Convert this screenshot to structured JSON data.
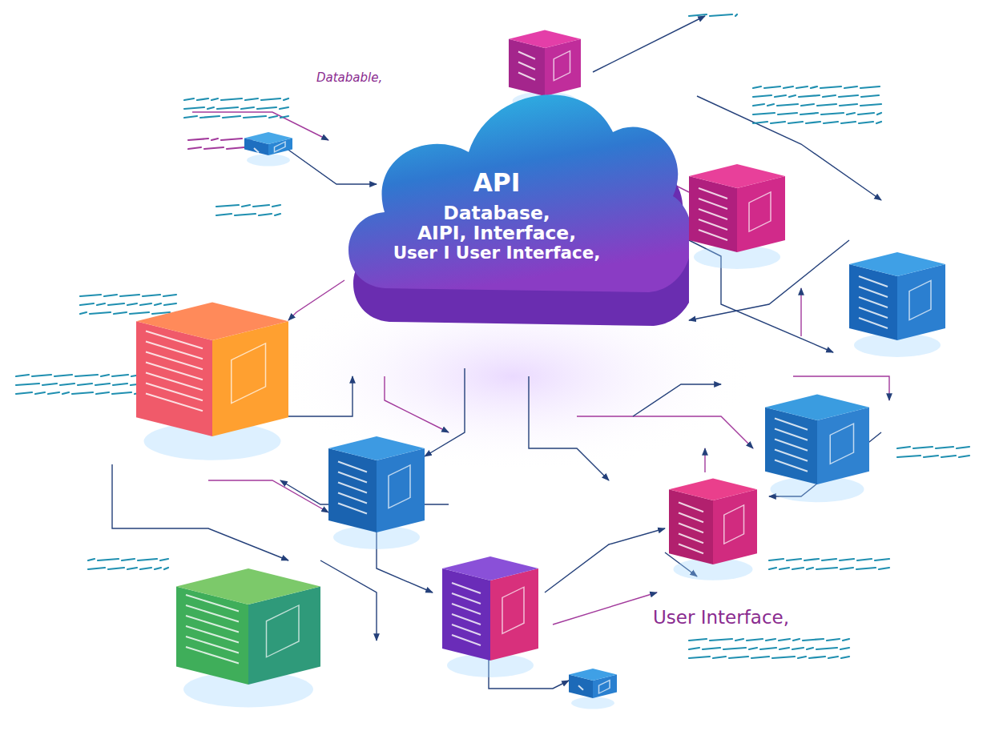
{
  "diagram": {
    "nodes": [
      {
        "text": [
          "API",
          "Database,",
          "AIPI, Interface,",
          "User I User Interface,"
        ]
      }
    ],
    "labels": [
      "Databable,",
      "User Interface,"
    ]
  }
}
